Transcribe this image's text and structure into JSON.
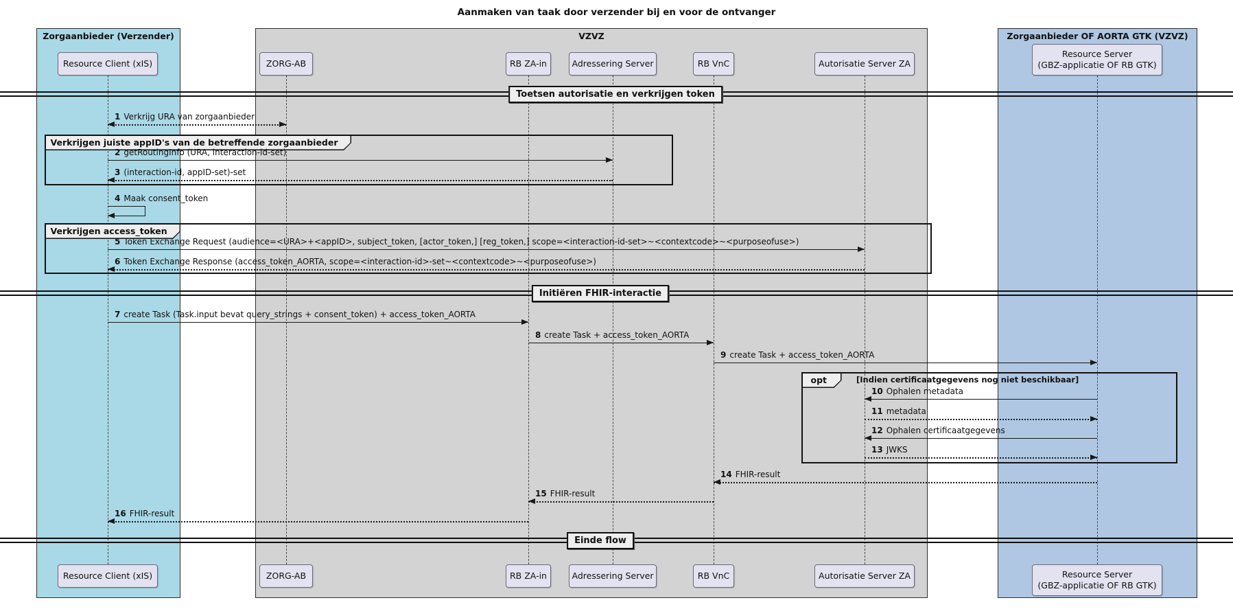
{
  "title": "Aanmaken van taak door verzender bij en voor de ontvanger",
  "lanes": [
    {
      "label": "Zorgaanbieder (Verzender)",
      "color": "#A9D8E6"
    },
    {
      "label": "VZVZ",
      "color": "#D3D3D3"
    },
    {
      "label": "Zorgaanbieder OF AORTA GTK (VZVZ)",
      "color": "#AFC7E2"
    }
  ],
  "participants": [
    {
      "lines": [
        "Resource Client (xIS)"
      ]
    },
    {
      "lines": [
        "ZORG-AB"
      ]
    },
    {
      "lines": [
        "RB ZA-in"
      ]
    },
    {
      "lines": [
        "Adressering Server"
      ]
    },
    {
      "lines": [
        "RB VnC"
      ]
    },
    {
      "lines": [
        "Autorisatie Server ZA"
      ]
    },
    {
      "lines": [
        "Resource Server",
        "(GBZ-applicatie OF RB GTK)"
      ]
    }
  ],
  "dividers": [
    {
      "label": "Toetsen autorisatie en verkrijgen token"
    },
    {
      "label": "Initiëren FHIR-interactie"
    },
    {
      "label": "Einde flow"
    }
  ],
  "groups": [
    {
      "kind": "group",
      "label": "Verkrijgen juiste appID's van de betreffende zorgaanbieder"
    },
    {
      "kind": "group",
      "label": "Verkrijgen access_token"
    },
    {
      "kind": "opt",
      "label": "opt",
      "guard": "[Indien certificaatgegevens nog niet beschikbaar]"
    }
  ],
  "messages": [
    {
      "num": "1",
      "text": "Verkrijg URA van zorgaanbieder",
      "from": "Resource Client (xIS)",
      "to": "ZORG-AB",
      "line": "dotted",
      "bidirectional": true
    },
    {
      "num": "2",
      "text": "getRoutingInfo (URA, interaction-id-set)",
      "from": "Resource Client (xIS)",
      "to": "Adressering Server",
      "line": "solid"
    },
    {
      "num": "3",
      "text": "(interaction-id, appID-set)-set",
      "from": "Adressering Server",
      "to": "Resource Client (xIS)",
      "line": "dotted"
    },
    {
      "num": "4",
      "text": "Maak consent_token",
      "from": "Resource Client (xIS)",
      "to": "Resource Client (xIS)",
      "line": "solid",
      "self": true
    },
    {
      "num": "5",
      "text": "Token Exchange Request (audience=<URA>+<appID>, subject_token, [actor_token,] [reg_token,] scope=<interaction-id-set>~<contextcode>~<purposeofuse>)",
      "from": "Resource Client (xIS)",
      "to": "Autorisatie Server ZA",
      "line": "solid"
    },
    {
      "num": "6",
      "text": "Token Exchange Response (access_token_AORTA, scope=<interaction-id>-set~<contextcode>~<purposeofuse>)",
      "from": "Autorisatie Server ZA",
      "to": "Resource Client (xIS)",
      "line": "dotted"
    },
    {
      "num": "7",
      "text": "create Task (Task.input bevat query_strings + consent_token) + access_token_AORTA",
      "from": "Resource Client (xIS)",
      "to": "RB ZA-in",
      "line": "solid"
    },
    {
      "num": "8",
      "text": "create Task + access_token_AORTA",
      "from": "RB ZA-in",
      "to": "RB VnC",
      "line": "solid"
    },
    {
      "num": "9",
      "text": "create Task + access_token_AORTA",
      "from": "RB VnC",
      "to": "Resource Server (GBZ-applicatie OF RB GTK)",
      "line": "solid"
    },
    {
      "num": "10",
      "text": "Ophalen metadata",
      "from": "Resource Server (GBZ-applicatie OF RB GTK)",
      "to": "Autorisatie Server ZA",
      "line": "solid"
    },
    {
      "num": "11",
      "text": "metadata",
      "from": "Autorisatie Server ZA",
      "to": "Resource Server (GBZ-applicatie OF RB GTK)",
      "line": "dotted"
    },
    {
      "num": "12",
      "text": "Ophalen certificaatgegevens",
      "from": "Resource Server (GBZ-applicatie OF RB GTK)",
      "to": "Autorisatie Server ZA",
      "line": "solid"
    },
    {
      "num": "13",
      "text": "JWKS",
      "from": "Autorisatie Server ZA",
      "to": "Resource Server (GBZ-applicatie OF RB GTK)",
      "line": "dotted"
    },
    {
      "num": "14",
      "text": "FHIR-result",
      "from": "Resource Server (GBZ-applicatie OF RB GTK)",
      "to": "RB VnC",
      "line": "dotted"
    },
    {
      "num": "15",
      "text": "FHIR-result",
      "from": "RB VnC",
      "to": "RB ZA-in",
      "line": "dotted"
    },
    {
      "num": "16",
      "text": "FHIR-result",
      "from": "RB ZA-in",
      "to": "Resource Client (xIS)",
      "line": "dotted"
    }
  ]
}
